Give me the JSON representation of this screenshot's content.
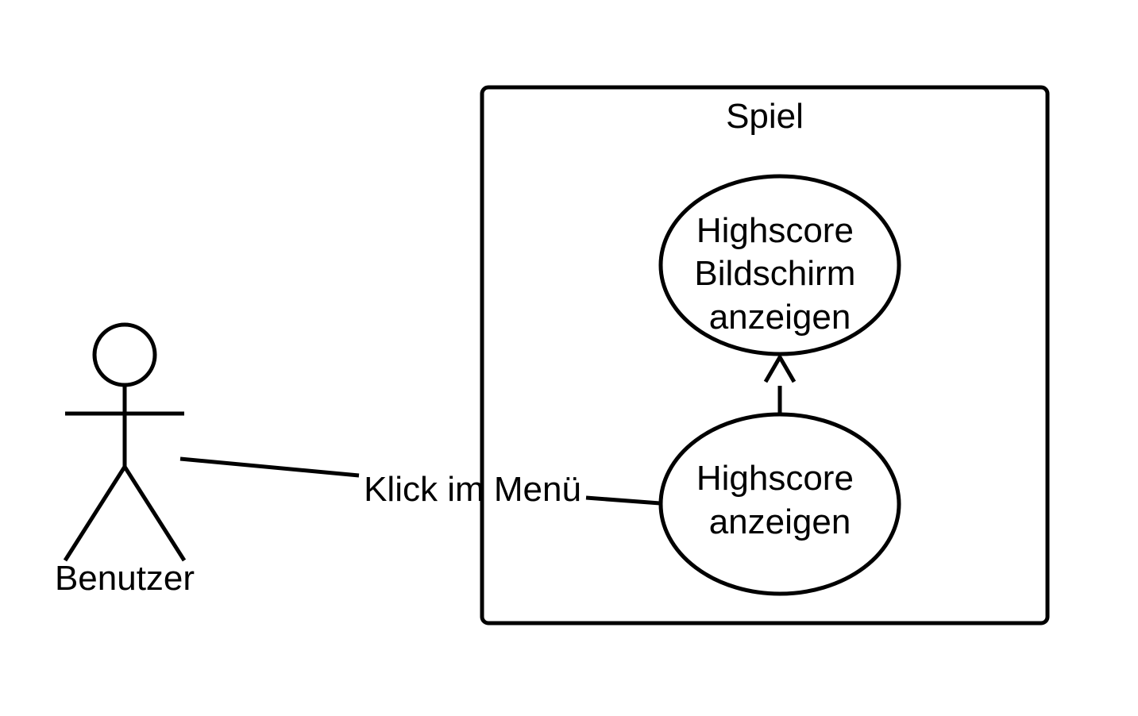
{
  "actor": {
    "name": "Benutzer"
  },
  "system": {
    "title": "Spiel"
  },
  "use_cases": {
    "highscore_screen": {
      "lines": [
        "Highscore",
        "Bildschirm",
        "anzeigen"
      ]
    },
    "highscore": {
      "lines": [
        "Highscore",
        "anzeigen"
      ]
    }
  },
  "association": {
    "label": "Klick im Menü"
  },
  "colors": {
    "stroke": "#000000",
    "background": "#ffffff"
  }
}
